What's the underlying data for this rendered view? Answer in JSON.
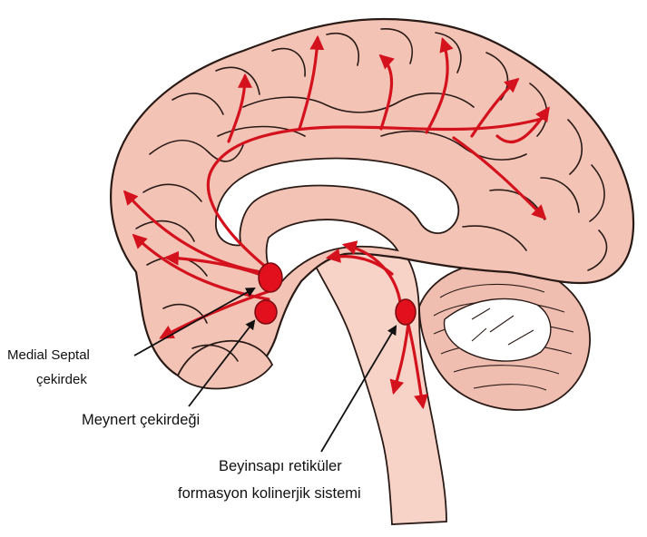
{
  "labels": {
    "medial_septal_line1": "Medial Septal",
    "medial_septal_line2": "çekirdek",
    "meynert": "Meynert çekirdeği",
    "brainstem_line1": "Beyinsapı retiküler",
    "brainstem_line2": "formasyon kolinerjik sistemi"
  },
  "colors": {
    "cortex": "#f3c4b6",
    "pathway": "#d4121e",
    "nucleus": "#e1101c",
    "outline": "#2a1a16"
  }
}
